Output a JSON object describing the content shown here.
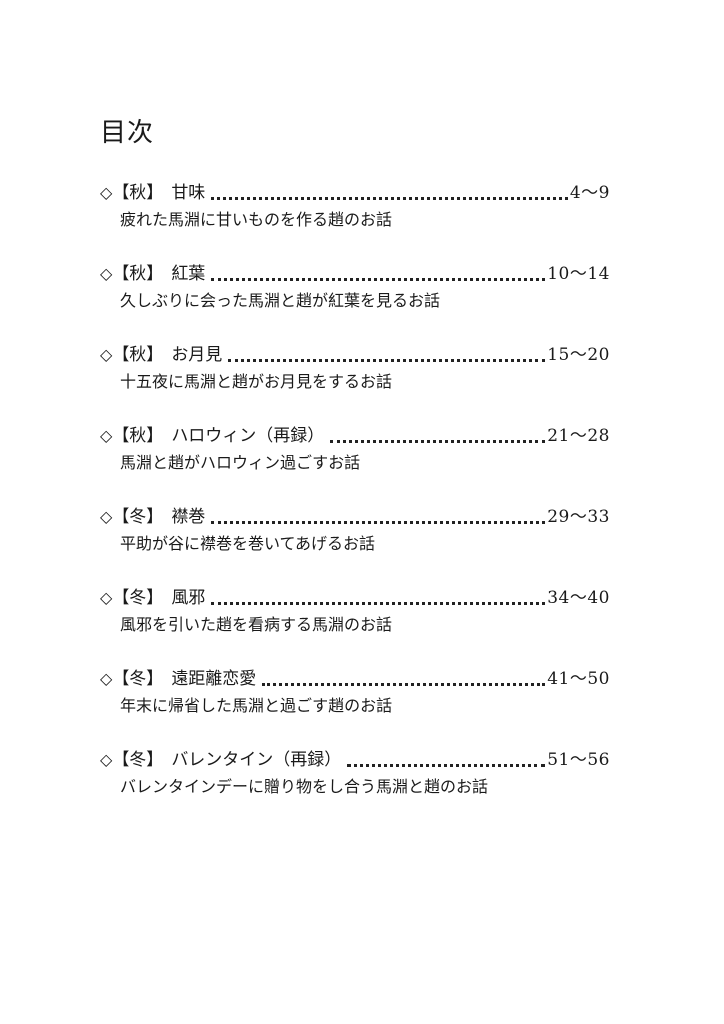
{
  "document": {
    "title": "目次",
    "entries": [
      {
        "marker": "◇",
        "season": "【秋】",
        "title": "甘味",
        "pages": "4～9",
        "description": "疲れた馬淵に甘いものを作る趙のお話"
      },
      {
        "marker": "◇",
        "season": "【秋】",
        "title": "紅葉",
        "pages": "10～14",
        "description": "久しぶりに会った馬淵と趙が紅葉を見るお話"
      },
      {
        "marker": "◇",
        "season": "【秋】",
        "title": "お月見",
        "pages": "15～20",
        "description": "十五夜に馬淵と趙がお月見をするお話"
      },
      {
        "marker": "◇",
        "season": "【秋】",
        "title": "ハロウィン（再録）",
        "pages": "21～28",
        "description": "馬淵と趙がハロウィン過ごすお話"
      },
      {
        "marker": "◇",
        "season": "【冬】",
        "title": "襟巻",
        "pages": "29～33",
        "description": "平助が谷に襟巻を巻いてあげるお話"
      },
      {
        "marker": "◇",
        "season": "【冬】",
        "title": "風邪",
        "pages": "34～40",
        "description": "風邪を引いた趙を看病する馬淵のお話"
      },
      {
        "marker": "◇",
        "season": "【冬】",
        "title": "遠距離恋愛",
        "pages": "41～50",
        "description": "年末に帰省した馬淵と過ごす趙のお話"
      },
      {
        "marker": "◇",
        "season": "【冬】",
        "title": "バレンタイン（再録）",
        "pages": "51～56",
        "description": "バレンタインデーに贈り物をし合う馬淵と趙のお話"
      }
    ]
  }
}
